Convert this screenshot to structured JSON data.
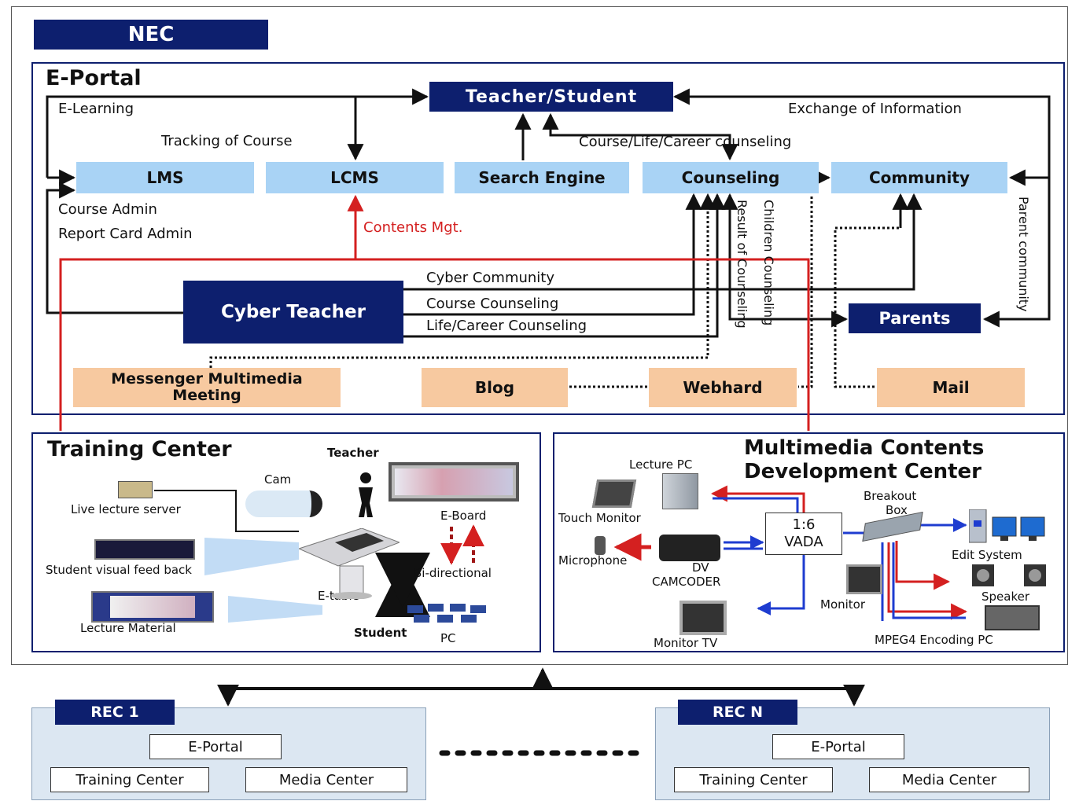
{
  "nec_label": "NEC",
  "eportal": {
    "title": "E-Portal",
    "teacher_student": "Teacher/Student",
    "lms": "LMS",
    "lcms": "LCMS",
    "search_engine": "Search Engine",
    "counseling": "Counseling",
    "community": "Community",
    "cyber_teacher": "Cyber Teacher",
    "parents": "Parents",
    "messenger": "Messenger Multimedia Meeting",
    "blog": "Blog",
    "webhard": "Webhard",
    "mail": "Mail",
    "labels": {
      "e_learning": "E-Learning",
      "tracking": "Tracking of Course",
      "exchange": "Exchange of Information",
      "course_life": "Course/Life/Career counseling",
      "course_admin": "Course Admin",
      "report_card": "Report Card Admin",
      "contents_mgt": "Contents Mgt.",
      "cyber_community": "Cyber Community",
      "course_counseling": "Course Counseling",
      "life_career": "Life/Career Counseling",
      "result_counseling": "Result of Counseling",
      "children_counseling": "Children Counseling",
      "parent_community": "Parent community"
    }
  },
  "training": {
    "title": "Training Center",
    "teacher": "Teacher",
    "cam": "Cam",
    "live_server": "Live lecture server",
    "eboard": "E-Board",
    "feedback": "Student visual feed back",
    "bidirectional": "Bi-directional",
    "etable": "E-table",
    "lecture_material": "Lecture Material",
    "student": "Student",
    "pc": "PC"
  },
  "multimedia": {
    "title_line1": "Multimedia Contents",
    "title_line2": "Development Center",
    "lecture_pc": "Lecture PC",
    "touch_monitor": "Touch Monitor",
    "breakout_line1": "Breakout",
    "breakout_line2": "Box",
    "vada_line1": "1:6",
    "vada_line2": "VADA",
    "microphone": "Microphone",
    "dv_line1": "DV",
    "dv_line2": "CAMCODER",
    "edit_system": "Edit System",
    "speaker": "Speaker",
    "monitor": "Monitor",
    "monitor_tv": "Monitor TV",
    "mpeg4": "MPEG4 Encoding PC"
  },
  "rec1": {
    "label": "REC 1",
    "eportal": "E-Portal",
    "training": "Training Center",
    "media": "Media Center"
  },
  "recn": {
    "label": "REC N",
    "eportal": "E-Portal",
    "training": "Training Center",
    "media": "Media Center"
  },
  "colors": {
    "dark_blue": "#0d1f6e",
    "light_blue": "#a9d3f5",
    "peach": "#f7c9a0",
    "red": "#d42020"
  }
}
